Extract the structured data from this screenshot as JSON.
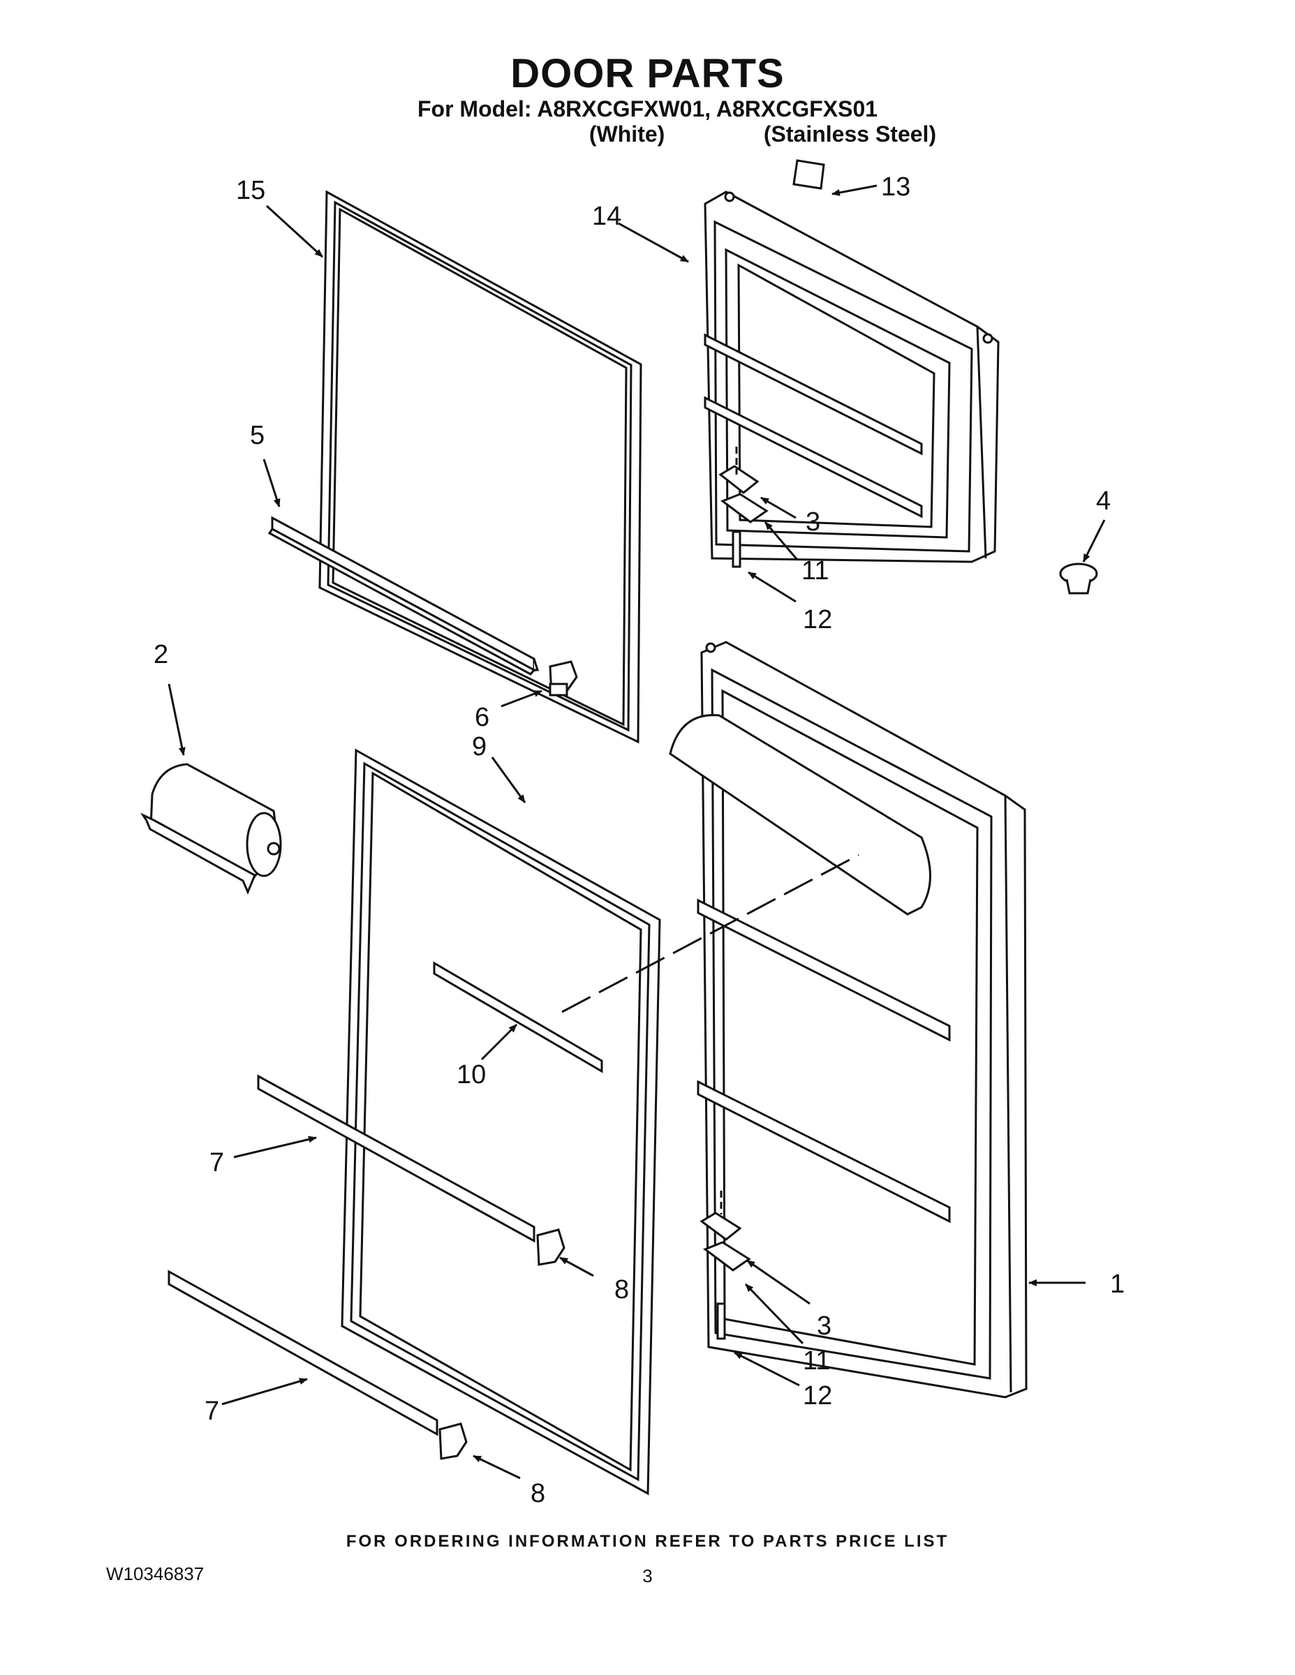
{
  "header": {
    "title": "DOOR PARTS",
    "model_line": "For Model: A8RXCGFXW01, A8RXCGFXS01",
    "variant_white": "(White)",
    "variant_steel": "(Stainless Steel)"
  },
  "callouts": {
    "c1": "1",
    "c2": "2",
    "c3a": "3",
    "c3b": "3",
    "c4": "4",
    "c5": "5",
    "c6": "6",
    "c7a": "7",
    "c7b": "7",
    "c8a": "8",
    "c8b": "8",
    "c9": "9",
    "c10": "10",
    "c11a": "11",
    "c11b": "11",
    "c12a": "12",
    "c12b": "12",
    "c13": "13",
    "c14": "14",
    "c15": "15"
  },
  "footer": {
    "ordering_note": "FOR ORDERING INFORMATION REFER TO PARTS PRICE LIST",
    "doc_number": "W10346837",
    "page_number": "3"
  }
}
